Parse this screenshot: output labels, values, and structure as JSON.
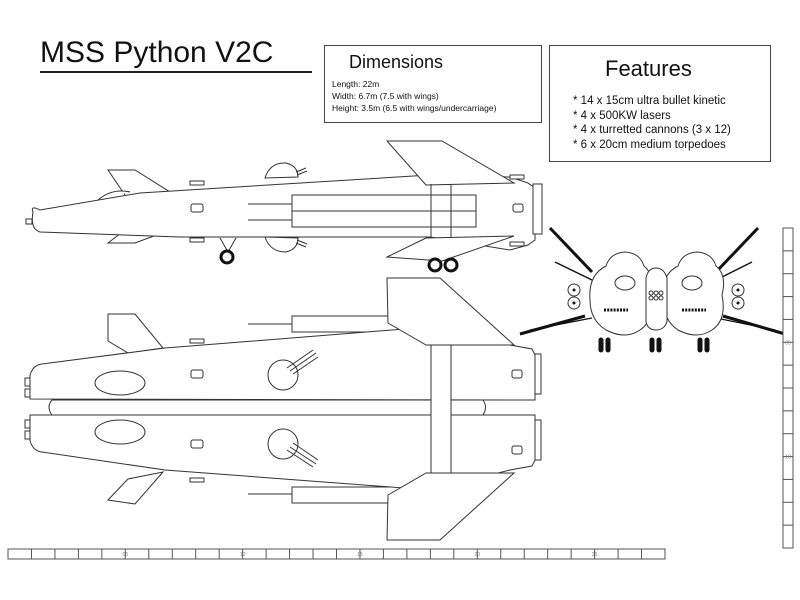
{
  "title": "MSS Python V2C",
  "dimensions": {
    "heading": "Dimensions",
    "lines": [
      "Length: 22m",
      "Width: 6.7m (7.5 with wings)",
      "Height: 3.5m (6.5 with wings/undercarriage)"
    ]
  },
  "features": {
    "heading": "Features",
    "items": [
      "* 14 x 15cm ultra bullet kinetic",
      "* 4 x 500KW lasers",
      "* 4 x turretted cannons (3 x 12)",
      "* 6 x 20cm medium torpedoes"
    ]
  },
  "views": {
    "side": "side-view",
    "top": "top-view",
    "front": "front-view"
  },
  "horizontal_ruler": {
    "cells": 28,
    "labels": [
      "05",
      "10",
      "15",
      "20",
      "25"
    ],
    "label_every": 5
  },
  "vertical_ruler": {
    "cells": 14,
    "labels": [
      "05",
      "10"
    ],
    "label_every": 5
  }
}
